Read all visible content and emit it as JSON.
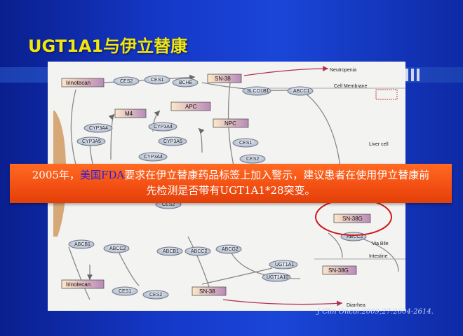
{
  "title": "UGT1A1与伊立替康",
  "banner": {
    "line1_part1": "2005年，",
    "line1_highlight": "美国FDA",
    "line1_part2": "要求在伊立替康药品标签上加入警示，建议患者在使用伊立替康前",
    "line2": "先检测是否带有UGT1A1*28突变。"
  },
  "citation": "J Clin Oncol.2009;27:2604-2614.",
  "diagram": {
    "irinotecan_top": "Irinotecan",
    "ces2_top": "CES2",
    "ces1_top": "CES1",
    "bche": "BCHE",
    "sn38_top": "SN-38",
    "neutropenia": "Neutropenia",
    "cell_membrane": "Cell Membrane",
    "slco1b1": "SLCO1B1",
    "abcc1": "ABCC1",
    "m4": "M4",
    "apc": "APC",
    "npc": "NPC",
    "cyp3a4_a": "CYP3A4",
    "cyp3a5_a": "CYP3A5",
    "cyp3a4_b": "CYP3A4",
    "cyp3a5_b": "CYP3A5",
    "cyp3a4_c": "CYP3A4",
    "ces1_mid": "CES1",
    "ces2_mid": "CES2",
    "liver_cell": "Liver cell",
    "ces2_low": "CES2",
    "sn38g_mid": "SN-38G",
    "abcc2_right": "ABCC2",
    "via_bile": "Via Bile",
    "abcb1_left": "ABCB1",
    "abcc2_left": "ABCC2",
    "abcb1_mid": "ABCB1",
    "abcc2_mid": "ABCC2",
    "abcg2": "ABCG2",
    "intestine": "Intestine",
    "ugt1a1": "UGT1A1",
    "ugt1a10": "UGT1A10",
    "sn38g_low": "SN-38G",
    "irinotecan_low": "Irinotecan",
    "ces1_low": "CES1",
    "ces2_bottom": "CES2",
    "sn38_low": "SN-38",
    "diarrhea": "Diarrhea"
  },
  "colors": {
    "title": "#f2e60a",
    "banner": "#f24e12",
    "highlight": "#2a1de0",
    "circle": "#d01818"
  }
}
